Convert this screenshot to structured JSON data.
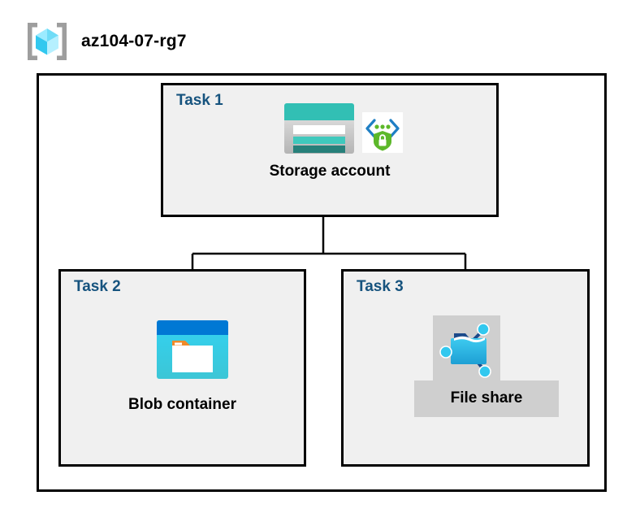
{
  "header": {
    "icon": "resource-group-icon",
    "title": "az104-07-rg7"
  },
  "diagram": {
    "type": "azure-architecture-diagram",
    "container_name": "az104-07-rg7",
    "nodes": [
      {
        "task_label": "Task 1",
        "node_label": "Storage account",
        "icons": [
          "storage-account-icon",
          "secured-endpoint-icon"
        ],
        "highlighted": false
      },
      {
        "task_label": "Task 2",
        "node_label": "Blob container",
        "icons": [
          "blob-container-icon"
        ],
        "highlighted": false
      },
      {
        "task_label": "Task 3",
        "node_label": "File share",
        "icons": [
          "file-share-icon"
        ],
        "highlighted": true
      }
    ],
    "connections": [
      {
        "from": "Storage account",
        "to": "Blob container"
      },
      {
        "from": "Storage account",
        "to": "File share"
      }
    ]
  },
  "colors": {
    "task_label": "#16537e",
    "node_label": "#000000",
    "box_border": "#000000",
    "box_fill": "#f0f0f0",
    "page_background": "#ffffff",
    "selection_highlight": "#cfcfcf",
    "storage_teal": "#32bfb4",
    "storage_teal_dark": "#27807a",
    "blob_blue": "#0078d4",
    "blob_cyan": "#32d0f0",
    "blob_orange": "#f08a28",
    "fileshare_cyan": "#32bde8",
    "shield_green": "#5cb82a",
    "cube_cyan": "#50e6ff"
  }
}
